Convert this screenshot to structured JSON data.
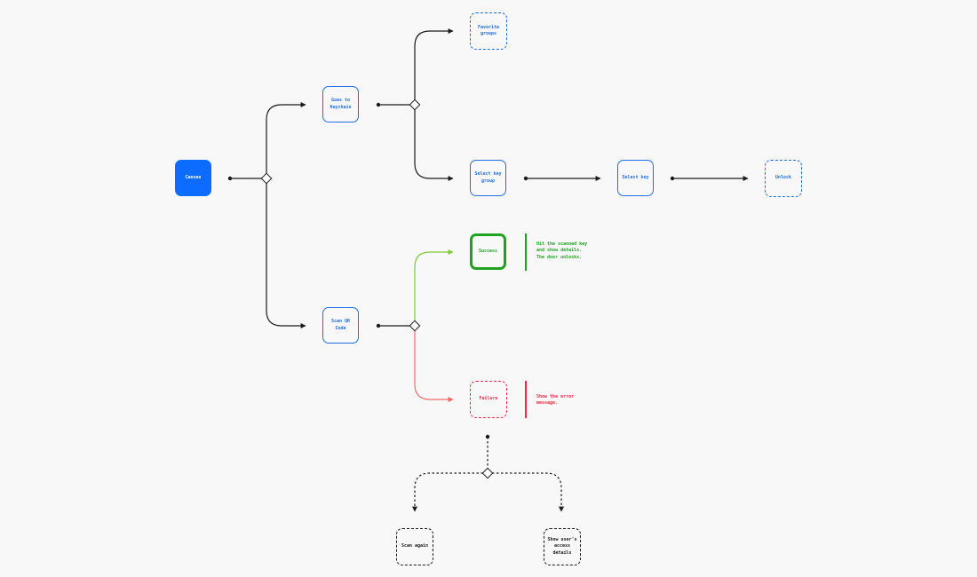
{
  "nodes": {
    "start": "Canvas",
    "keychain": "Goes to Keychain",
    "favorite": "Favorite groups",
    "select_group": "Select key group",
    "select_key": "Select key",
    "unlock": "Unlock",
    "qr": "Scan QR Code",
    "success": "Success",
    "failure": "Failure",
    "retry": "Scan again",
    "access": "Show user's access details"
  },
  "notes": {
    "success": "Hit the scanned key and show details. The door unlocks.",
    "failure": "Show the error message."
  },
  "colors": {
    "start_fill": "#0b6cff",
    "blue": "#1e6fe0",
    "green": "#1fa31f",
    "green_line": "#7cc93a",
    "red": "#ee2a45",
    "red_line": "#ee6a6a",
    "black": "#1a1a1a",
    "background": "#f8f8f8"
  }
}
